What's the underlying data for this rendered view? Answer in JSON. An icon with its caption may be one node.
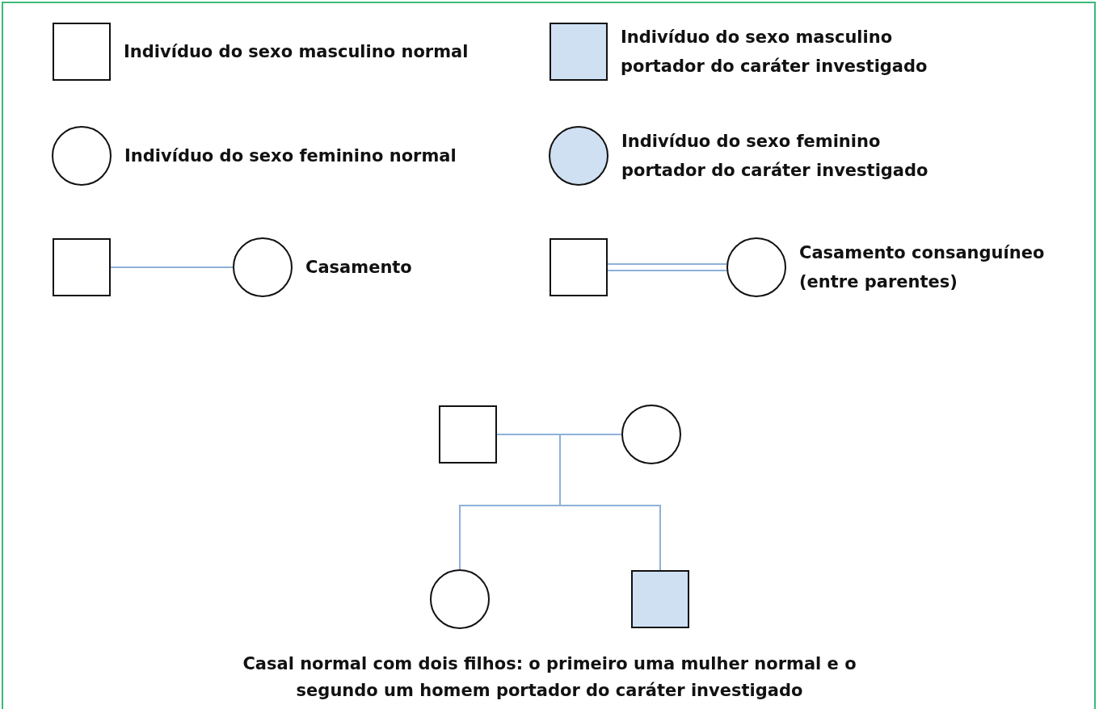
{
  "diagram": {
    "caption": "Casal normal com dois filhos: o primeiro uma mulher normal e o segundo um homem portador do caráter investigado",
    "nodes": [
      {
        "text": [],
        "shape": "box",
        "beside": [
          "Indivíduo do sexo masculino normal"
        ]
      },
      {
        "text": [],
        "shape": "box",
        "beside": [
          "Indivíduo do sexo masculino portador do caráter investigado"
        ]
      },
      {
        "text": [],
        "shape": "circle",
        "beside": [
          "Indivíduo do sexo feminino normal"
        ]
      },
      {
        "text": [],
        "shape": "circle",
        "beside": [
          "Indivíduo do sexo feminino portador do caráter investigado"
        ]
      },
      {
        "text": [],
        "shape": "box"
      },
      {
        "text": [],
        "shape": "circle",
        "beside": [
          "Casamento"
        ]
      },
      {
        "text": [],
        "shape": "box"
      },
      {
        "text": [],
        "shape": "circle",
        "beside": [
          "Casamento consanguíneo (entre parentes)"
        ]
      },
      {
        "text": [],
        "shape": "box"
      },
      {
        "text": [],
        "shape": "circle"
      },
      {
        "text": [],
        "shape": "circle"
      },
      {
        "text": [],
        "shape": "box"
      }
    ],
    "edges": [
      {
        "from": 4,
        "to": 5,
        "arrow": "none"
      },
      {
        "from": 6,
        "to": 7,
        "arrow": "none"
      },
      {
        "from": 8,
        "to": 9,
        "arrow": "none"
      },
      {
        "from": 8,
        "to": 10,
        "arrow": "none"
      },
      {
        "from": 8,
        "to": 11,
        "arrow": "none"
      },
      {
        "from": 9,
        "to": 10,
        "arrow": "none"
      },
      {
        "from": 9,
        "to": 11,
        "arrow": "none"
      }
    ]
  }
}
